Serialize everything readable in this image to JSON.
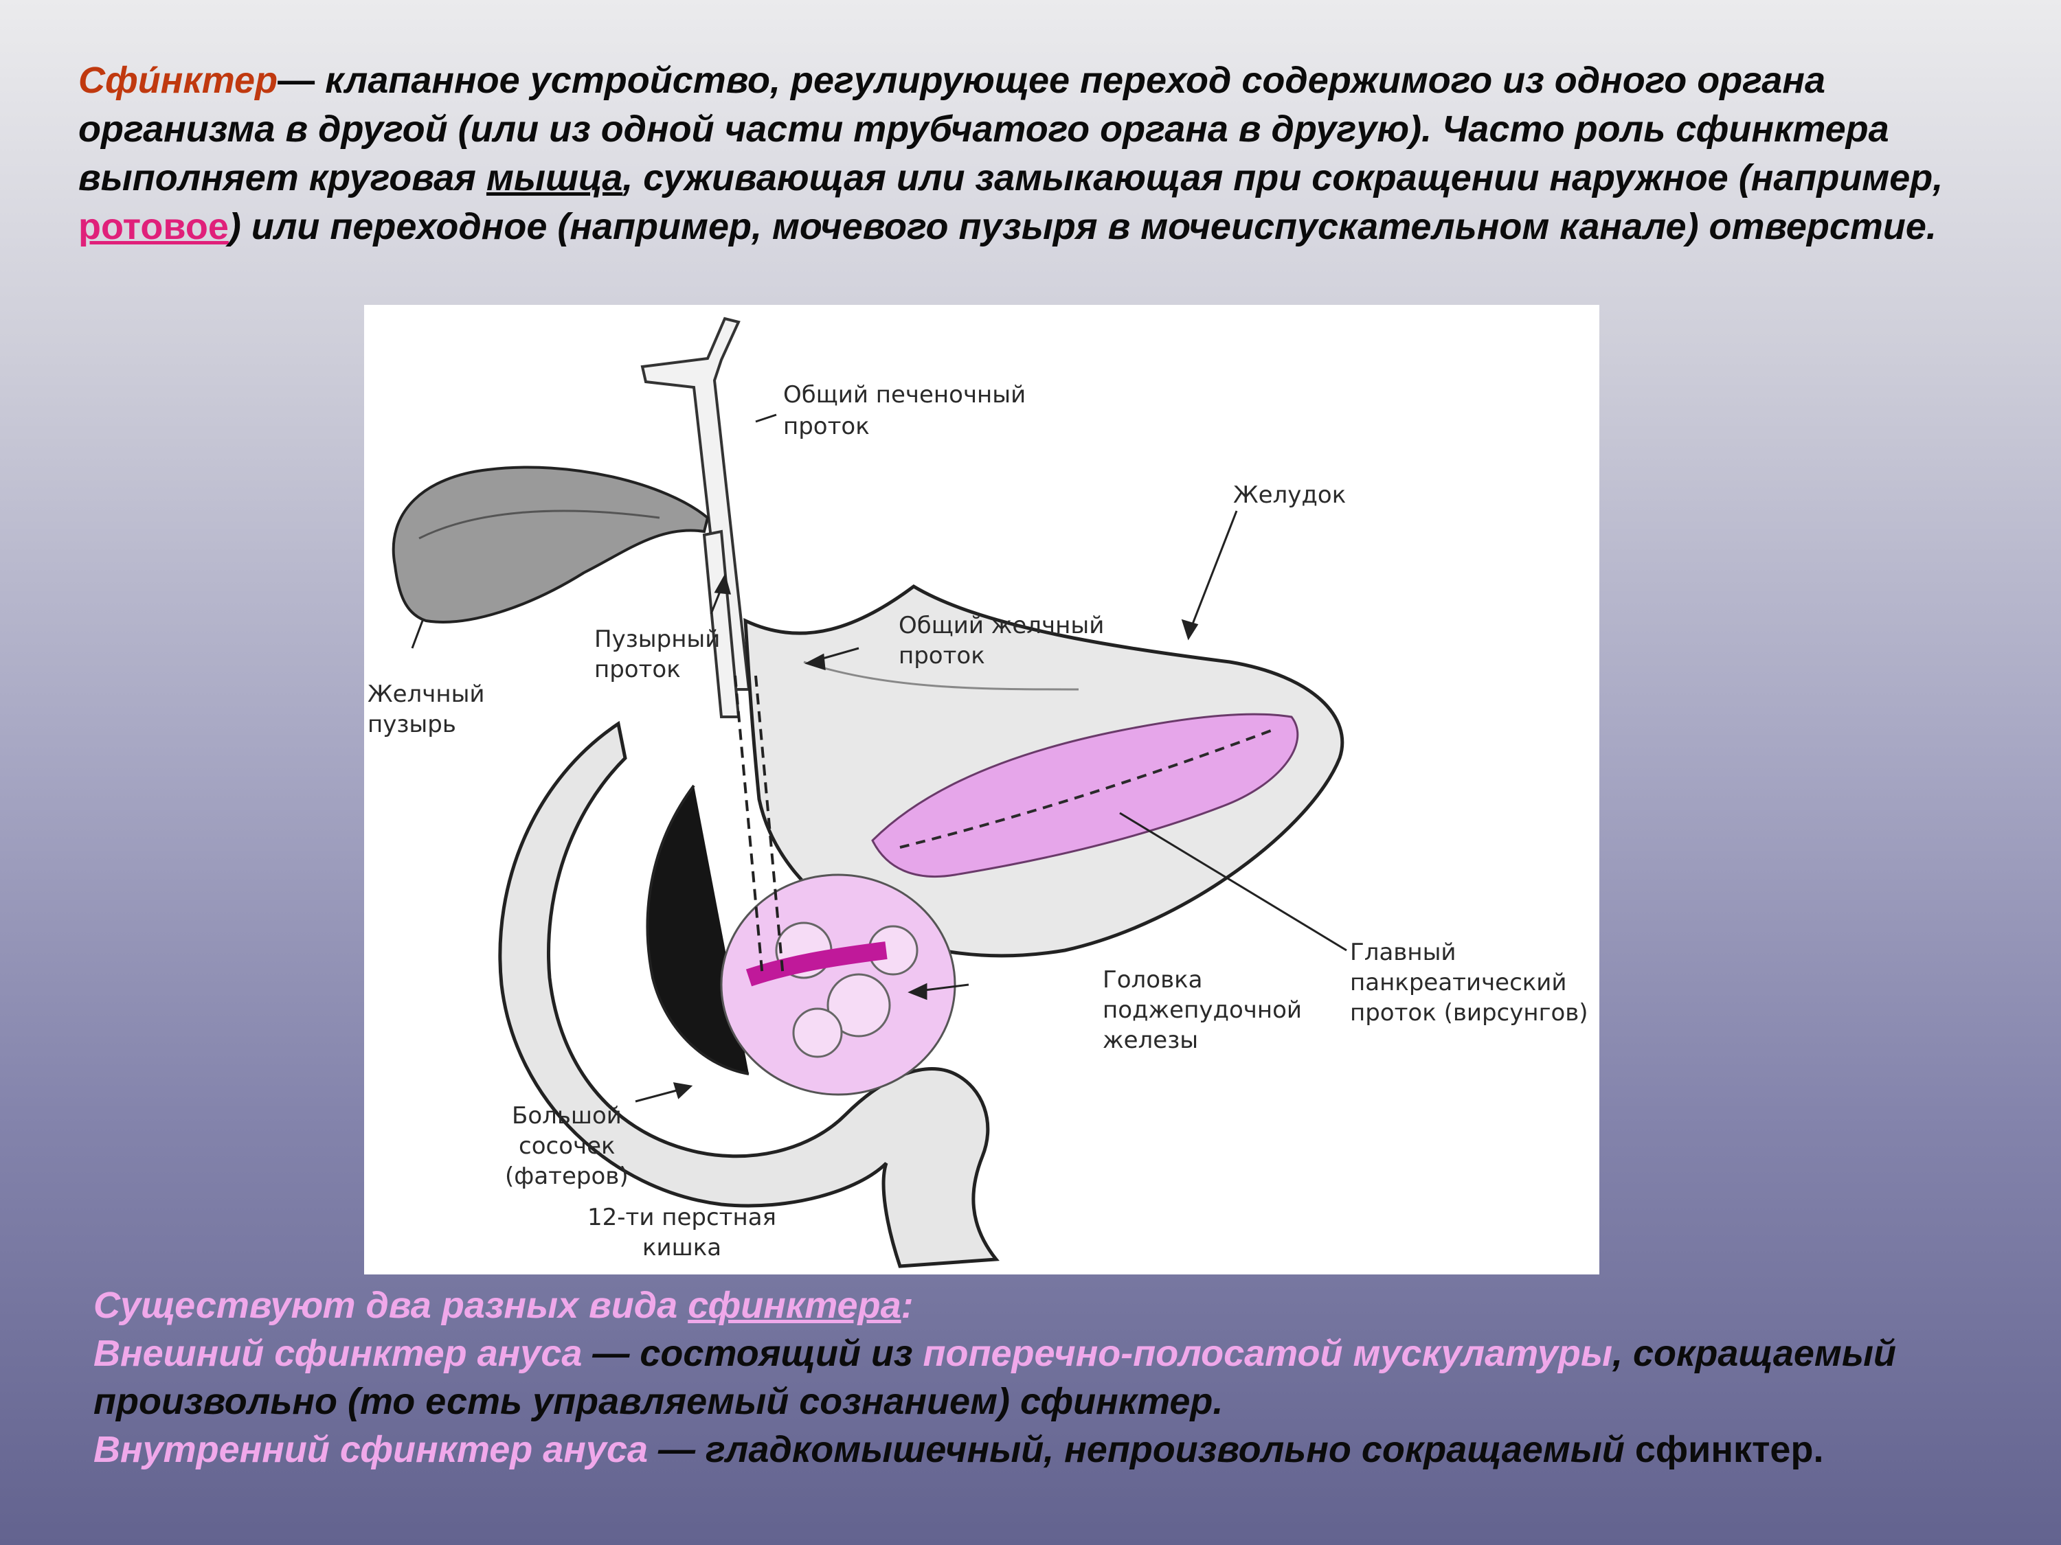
{
  "intro": {
    "term": "Сфи́нктер",
    "dash": "—",
    "part1": " клапанное устройство, регулирующее переход содержимого из одного органа организма в другой (или из одной части трубчатого органа в другую). Часто роль сфинктера выполняет круговая ",
    "muscle_link": "мышца",
    "part2": ", суживающая или замыкающая при сокращении наружное (например, ",
    "mouth_link": "ротовое",
    "part3": ") или переходное (например, мочевого пузыря в мочеиспускательном канале) отверстие."
  },
  "figure": {
    "labels": {
      "hepatic_duct_1": "Общий печеночный",
      "hepatic_duct_2": "проток",
      "stomach": "Желудок",
      "cystic_duct_1": "Пузырный",
      "cystic_duct_2": "проток",
      "bile_duct_1": "Общий желчный",
      "bile_duct_2": "проток",
      "gallbladder_1": "Желчный",
      "gallbladder_2": "пузырь",
      "pancreatic_duct_1": "Главный",
      "pancreatic_duct_2": "панкреатический",
      "pancreatic_duct_3": "проток (вирсунгов)",
      "pancreas_head_1": "Головка",
      "pancreas_head_2": "поджепудочной",
      "pancreas_head_3": "железы",
      "papilla_1": "Большой",
      "papilla_2": "сосочек",
      "papilla_3": "(фатеров)",
      "duodenum_1": "12-ти перстная",
      "duodenum_2": "кишка"
    }
  },
  "outro": {
    "line1_text": "Существуют два разных вида ",
    "line1_link": "сфинктера",
    "line1_colon": ":",
    "external_term": "Внешний сфинктер ануса",
    "external_dash": " — состоящий из ",
    "external_muscle": "поперечно-полосатой мускулатуры",
    "external_rest": ", сокращаемый произвольно (то есть управляемый сознанием) сфинктер.",
    "internal_term": "Внутренний сфинктер ануса",
    "internal_rest": " — гладкомышечный, непроизвольно сокращаемый ",
    "internal_last": "сфинктер."
  }
}
